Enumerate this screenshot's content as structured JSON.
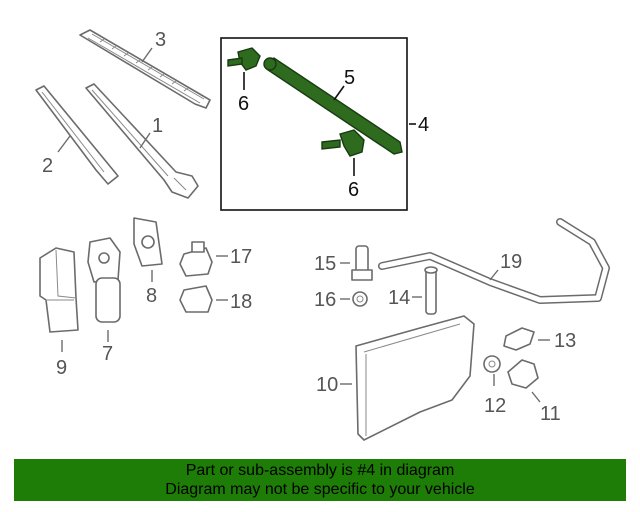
{
  "callouts": {
    "c1": "1",
    "c2": "2",
    "c3": "3",
    "c4": "4",
    "c5": "5",
    "c6a": "6",
    "c6b": "6",
    "c7": "7",
    "c8": "8",
    "c9": "9",
    "c10": "10",
    "c11": "11",
    "c12": "12",
    "c13": "13",
    "c14": "14",
    "c15": "15",
    "c16": "16",
    "c17": "17",
    "c18": "18",
    "c19": "19"
  },
  "banner": {
    "line1": "Part or sub-assembly is #4 in diagram",
    "line2": "Diagram may not be specific to your vehicle"
  },
  "colors": {
    "highlight": "#2f6b1e",
    "banner_bg": "#1e7d06"
  },
  "highlighted_part": "4"
}
